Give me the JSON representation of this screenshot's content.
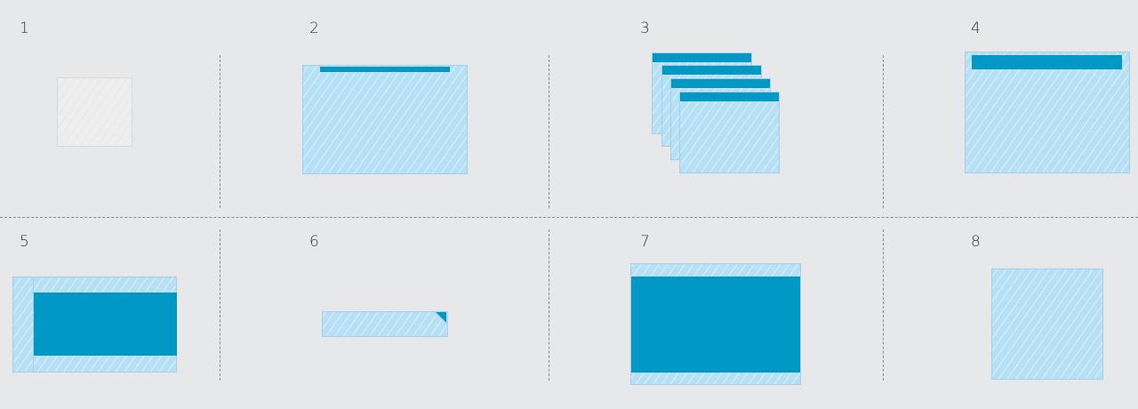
{
  "panels": [
    {
      "label": "1",
      "fill": "grey-hatched"
    },
    {
      "label": "2",
      "fill": "blue-hatched",
      "bar": "top-thin"
    },
    {
      "label": "3",
      "fill": "blue-hatched-stack",
      "bar": "top"
    },
    {
      "label": "4",
      "fill": "blue-hatched",
      "bar": "top"
    },
    {
      "label": "5",
      "fill": "blue-hatched",
      "inner": "solid-blue"
    },
    {
      "label": "6",
      "fill": "blue-hatched-strip",
      "corner": "folded"
    },
    {
      "label": "7",
      "fill": "blue-hatched",
      "inner": "solid-blue-band"
    },
    {
      "label": "8",
      "fill": "blue-hatched"
    }
  ],
  "colors": {
    "background": "#e7e8ea",
    "hatched_blue": "#b6e0f6",
    "solid_blue": "#0298c6",
    "hatched_grey": "#eeeeee",
    "divider": "#8a8a8a"
  }
}
